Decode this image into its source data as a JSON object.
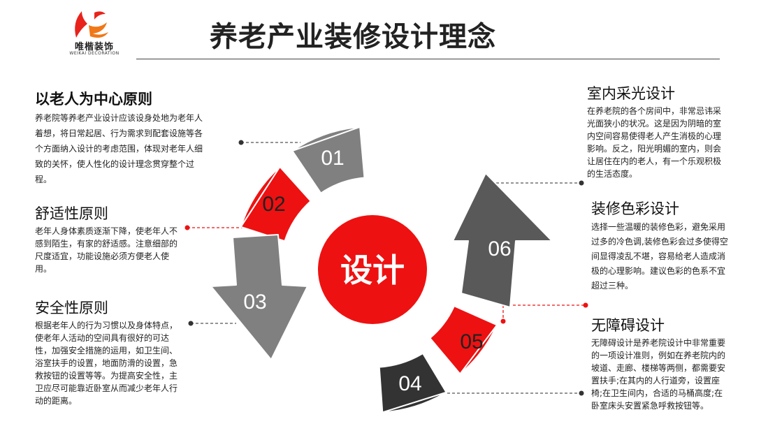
{
  "logo": {
    "cn": "唯楷装饰",
    "en": "WEIKAI DECORATION"
  },
  "title": "养老产业装修设计理念",
  "center": "设计",
  "segments": [
    "01",
    "02",
    "03",
    "04",
    "05",
    "06"
  ],
  "colors": {
    "red": "#ee1111",
    "gray": "#808080",
    "dark": "#333333",
    "mid": "#595959"
  },
  "left": [
    {
      "title": "以老人为中心原则",
      "text": "养老院等养老产业设计应该设身处地为老年人着想，将日常起居、行为需求到配套设施等各个方面纳入设计的考虑范围，体现对老年人细致的关怀，使人性化的设计理念贯穿整个过程。"
    },
    {
      "title": "舒适性原则",
      "text": "老年人身体素质逐渐下降，使老年人不感到陌生，有家的舒适感。注意细部的尺度适宜，功能设施必须方便老人使用。"
    },
    {
      "title": "安全性原则",
      "text": "根据老年人的行为习惯以及身体特点，使老年人活动的空间具有很好的可达性，加强安全措施的运用，如卫生间、浴室扶手的设置，地面防滑的设置，急救按钮的设置等等。为提高安全性，主卫应尽可能靠近卧室从而减少老年人行动的距离。"
    }
  ],
  "right": [
    {
      "title": "室内采光设计",
      "text": "在养老院的各个房间中，非常忌讳采光面狭小的状况。这是因为阴暗的室内空间容易使得老人产生消极的心理影响。反之，阳光明媚的室内，则会让居住在内的老人，有一个乐观积极的生活态度。"
    },
    {
      "title": "装修色彩设计",
      "text": "选择一些温暖的装修色彩，避免采用过多的冷色调,装修色彩会过多使得空间显得凌乱不堪，容易给老人造成消极的心理影响。建议色彩的色系不宜超过三种。"
    },
    {
      "title": "无障碍设计",
      "text": "无障碍设计是养老院设计中非常重要的一项设计准则，例如在养老院内的坡道、走廊、楼梯等两侧，都需要安置扶手;在其内的人行道旁，设置座椅;在卫生间内，合适的马桶高度;在卧室床头安置紧急呼救按钮等。"
    }
  ]
}
